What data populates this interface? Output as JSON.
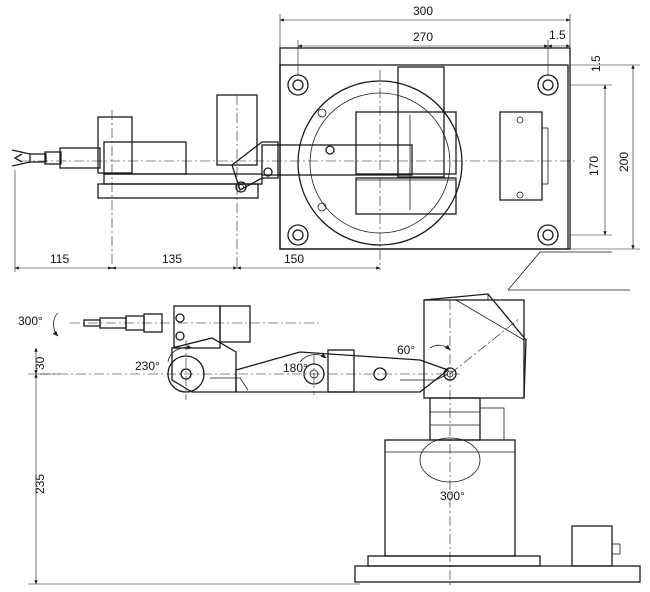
{
  "top_view": {
    "dims": {
      "overall_width": "300",
      "plate_width": "270",
      "edge_offset": "1.5",
      "edge_offset_vertical": "1.5",
      "plate_height": "170",
      "overall_height": "200",
      "seg1": "115",
      "seg2": "135",
      "seg3": "150"
    }
  },
  "side_view": {
    "dims": {
      "wrist_rotation": "300°",
      "wrist_pitch": "230°",
      "elbow": "180°",
      "shoulder": "60°",
      "base_rotation": "300°",
      "offset_height": "30",
      "shoulder_height": "235"
    }
  }
}
